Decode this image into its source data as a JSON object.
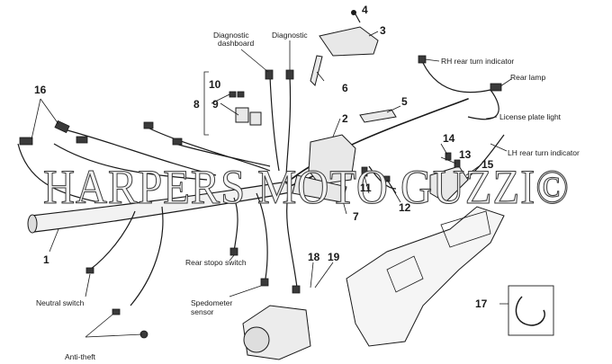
{
  "watermark": "HARPERS MOTO GUZZI©",
  "labels": {
    "diagnostic_dashboard_1": "Diagnostic",
    "diagnostic_dashboard_2": "dashboard",
    "diagnostic": "Diagnostic",
    "rh_rear_turn": "RH rear turn indicator",
    "rear_lamp": "Rear lamp",
    "license_plate_light": "License plate light",
    "lh_rear_turn": "LH rear turn indicator",
    "rear_stop_switch": "Rear stopo switch",
    "neutral_switch": "Neutral switch",
    "speedometer_1": "Spedometer",
    "speedometer_2": "sensor",
    "anti_theft": "Anti-theft"
  },
  "callouts": {
    "n1": "1",
    "n2": "2",
    "n3": "3",
    "n4": "4",
    "n5": "5",
    "n6": "6",
    "n7": "7",
    "n8": "8",
    "n9": "9",
    "n10": "10",
    "n11": "11",
    "n12": "12",
    "n13": "13",
    "n14": "14",
    "n15": "15",
    "n16": "16",
    "n17": "17",
    "n18": "18",
    "n19": "19"
  }
}
